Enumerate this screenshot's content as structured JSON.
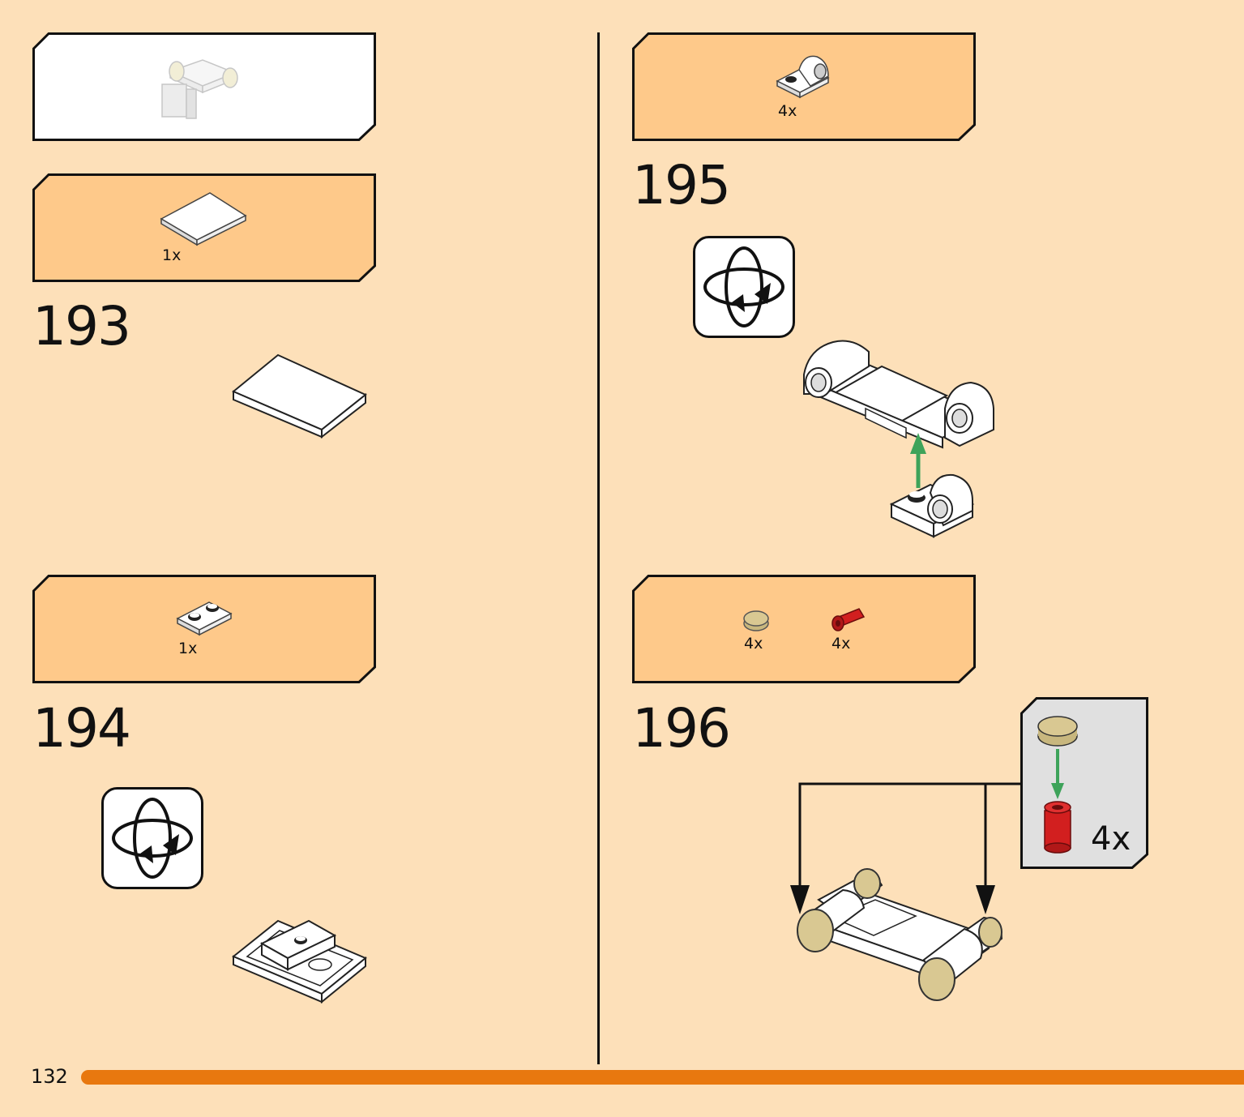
{
  "page": {
    "number": "132"
  },
  "left_column": {
    "preview": {
      "kind": "submodel-preview"
    },
    "steps": [
      {
        "number": "193",
        "parts": [
          {
            "name": "white-tile-2x4",
            "qty": "1x"
          }
        ]
      },
      {
        "number": "194",
        "parts": [
          {
            "name": "white-plate-1x2",
            "qty": "1x"
          }
        ],
        "rotate": true
      }
    ]
  },
  "right_column": {
    "parts_195": [
      {
        "name": "white-plate-with-pin-hole",
        "qty": "4x"
      }
    ],
    "steps": [
      {
        "number": "195",
        "rotate": true
      },
      {
        "number": "196",
        "parts": [
          {
            "name": "tan-round-tile-1x1",
            "qty": "4x"
          },
          {
            "name": "red-pin-connector",
            "qty": "4x"
          }
        ],
        "callout": {
          "qty": "4x"
        }
      }
    ]
  },
  "colors": {
    "background": "#fde0b9",
    "parts_box": "#fec98a",
    "progress": "#e8780f",
    "arrow": "#3ea35a",
    "callout_bg": "#e0e0e0",
    "tan": "#d9c892",
    "red": "#d21f1f"
  }
}
